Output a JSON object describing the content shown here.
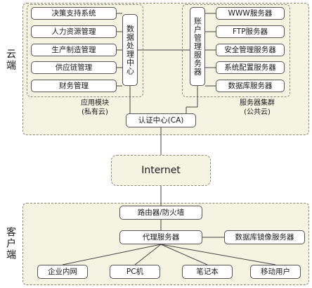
{
  "cloud": {
    "label": "云端",
    "app_modules": [
      "决策支持系统",
      "人力资源管理",
      "生产制造管理",
      "供应链管理",
      "财务管理"
    ],
    "data_center": "数据处理中心",
    "app_caption_line1": "应用模块",
    "app_caption_line2": "(私有云)",
    "servers": [
      "WWW服务器",
      "FTP服务器",
      "安全管理服务器",
      "系统配置服务器",
      "数据库服务器"
    ],
    "account_server": "账户管理服务器",
    "server_caption_line1": "服务器集群",
    "server_caption_line2": "(公共云)",
    "auth_center": "认证中心(CA)"
  },
  "internet": {
    "label": "Internet"
  },
  "client": {
    "label": "客户端",
    "router": "路由器/防火墙",
    "proxy": "代理服务器",
    "db_mirror": "数据库镜像服务器",
    "endpoints": [
      "企业内网",
      "PC机",
      "笔记本",
      "移动用户"
    ]
  }
}
